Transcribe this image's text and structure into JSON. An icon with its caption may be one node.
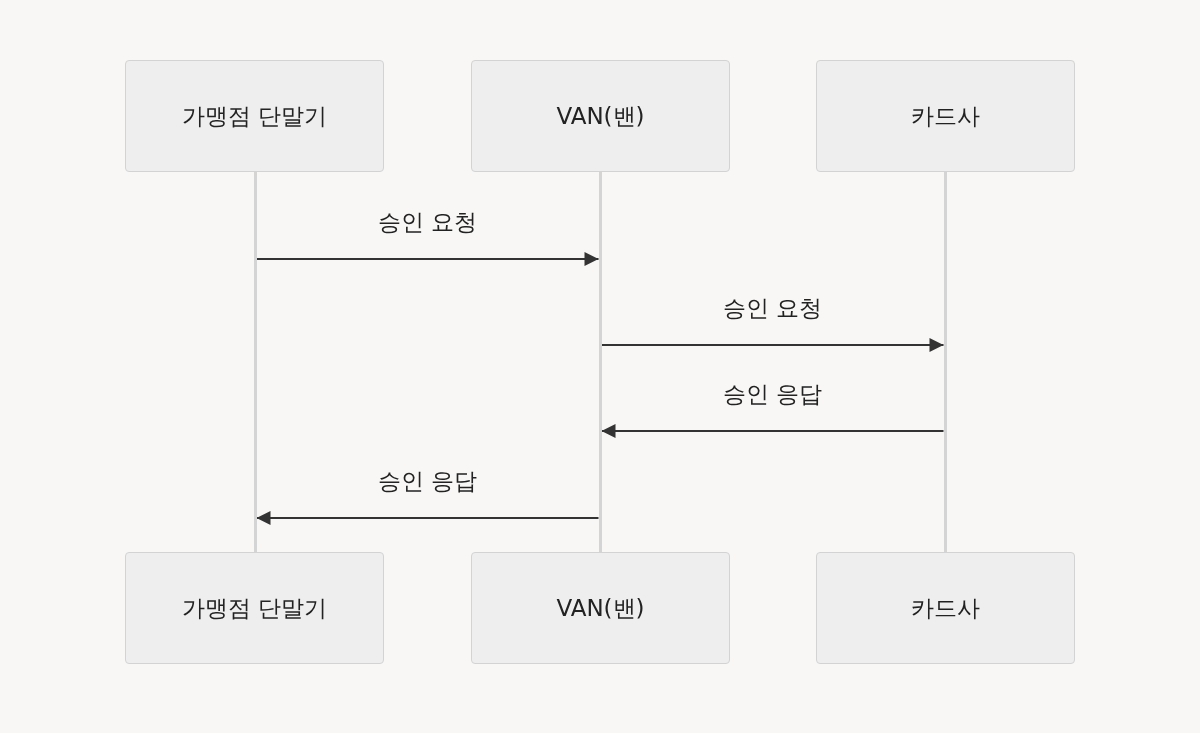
{
  "diagram": {
    "nodes": [
      {
        "text": [
          "가맹점 단말기"
        ]
      },
      {
        "text": [
          "VAN(밴)"
        ]
      },
      {
        "text": [
          "카드사"
        ]
      },
      {
        "text": [],
        "shape": "bar"
      },
      {
        "text": [],
        "shape": "bar"
      },
      {
        "text": [],
        "shape": "bar"
      },
      {
        "text": [
          "가맹점 단말기"
        ]
      },
      {
        "text": [
          "VAN(밴)"
        ]
      },
      {
        "text": [
          "카드사"
        ]
      }
    ],
    "edges": [
      {
        "from": 3,
        "to": 4,
        "arrow": "to",
        "label": "승인 요청"
      },
      {
        "from": 4,
        "to": 5,
        "arrow": "to",
        "label": "승인 요청"
      },
      {
        "from": 5,
        "to": 4,
        "arrow": "to",
        "label": "승인 응답"
      },
      {
        "from": 4,
        "to": 3,
        "arrow": "to",
        "label": "승인 응답"
      }
    ]
  }
}
